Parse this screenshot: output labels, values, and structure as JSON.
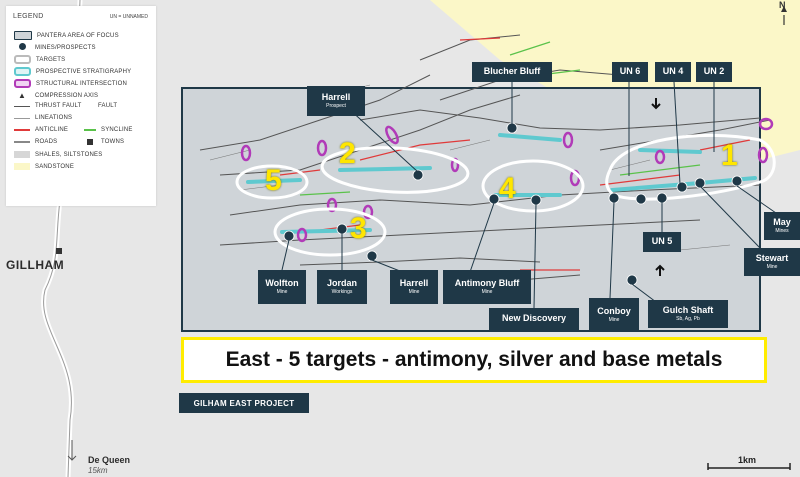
{
  "legend": {
    "title": "LEGEND",
    "note": "UN = UNNAMED",
    "items": [
      {
        "label": "PANTERA AREA OF FOCUS",
        "symbol": "area-of-focus"
      },
      {
        "label": "MINES/PROSPECTS",
        "symbol": "mine-icon"
      },
      {
        "label": "TARGETS",
        "symbol": "target-outline"
      },
      {
        "label": "PROSPECTIVE STRATIGRAPHY",
        "symbol": "stratigraphy"
      },
      {
        "label": "STRUCTURAL INTERSECTION",
        "symbol": "intersection"
      },
      {
        "label": "COMPRESSION AXIS",
        "symbol": "arrow-up-icon"
      }
    ],
    "pairs": [
      {
        "left": "THRUST FAULT",
        "right": "FAULT"
      },
      {
        "left": "LINEATIONS",
        "right": ""
      },
      {
        "left": "ANTICLINE",
        "right": "SYNCLINE"
      },
      {
        "left": "ROADS",
        "right": "TOWNS"
      }
    ],
    "rows_bottom": [
      {
        "label": "SHALES, SILTSTONES",
        "color": "#d6d6d6"
      },
      {
        "label": "SANDSTONE",
        "color": "#fbf7c8"
      }
    ]
  },
  "compass": "N",
  "towns": {
    "gillham": "GILLHAM",
    "de_queen": "De Queen",
    "de_queen_dist": "15km"
  },
  "scale": "1km",
  "targets": [
    "1",
    "2",
    "3",
    "4",
    "5"
  ],
  "labels": {
    "harrell_prospect": {
      "main": "Harrell",
      "sub": "Prospect"
    },
    "blucher_bluff": {
      "main": "Blucher Bluff",
      "sub": ""
    },
    "un6": {
      "main": "UN 6",
      "sub": ""
    },
    "un4": {
      "main": "UN 4",
      "sub": ""
    },
    "un2": {
      "main": "UN 2",
      "sub": ""
    },
    "may": {
      "main": "May",
      "sub": "Mines"
    },
    "stewart": {
      "main": "Stewart",
      "sub": "Mine"
    },
    "un5": {
      "main": "UN 5",
      "sub": ""
    },
    "wolfton": {
      "main": "Wolfton",
      "sub": "Mine"
    },
    "jordan": {
      "main": "Jordan",
      "sub": "Workings"
    },
    "harrell_mine": {
      "main": "Harrell",
      "sub": "Mine"
    },
    "antimony_bluff": {
      "main": "Antimony Bluff",
      "sub": "Mine"
    },
    "new_discovery": {
      "main": "New Discovery",
      "sub": ""
    },
    "conboy": {
      "main": "Conboy",
      "sub": "Mine"
    },
    "gulch_shaft": {
      "main": "Gulch Shaft",
      "sub": "Sb, Ag, Pb"
    }
  },
  "caption": "East - 5 targets - antimony, silver and base metals",
  "project": "GILHAM EAST PROJECT",
  "colors": {
    "panel": "#1f3847",
    "target_number": "#ffe600",
    "stratigraphy": "#5fc9cf",
    "intersection": "#b13bb8",
    "sandstone": "#fbf7c8",
    "caption_border": "#ffec00"
  }
}
